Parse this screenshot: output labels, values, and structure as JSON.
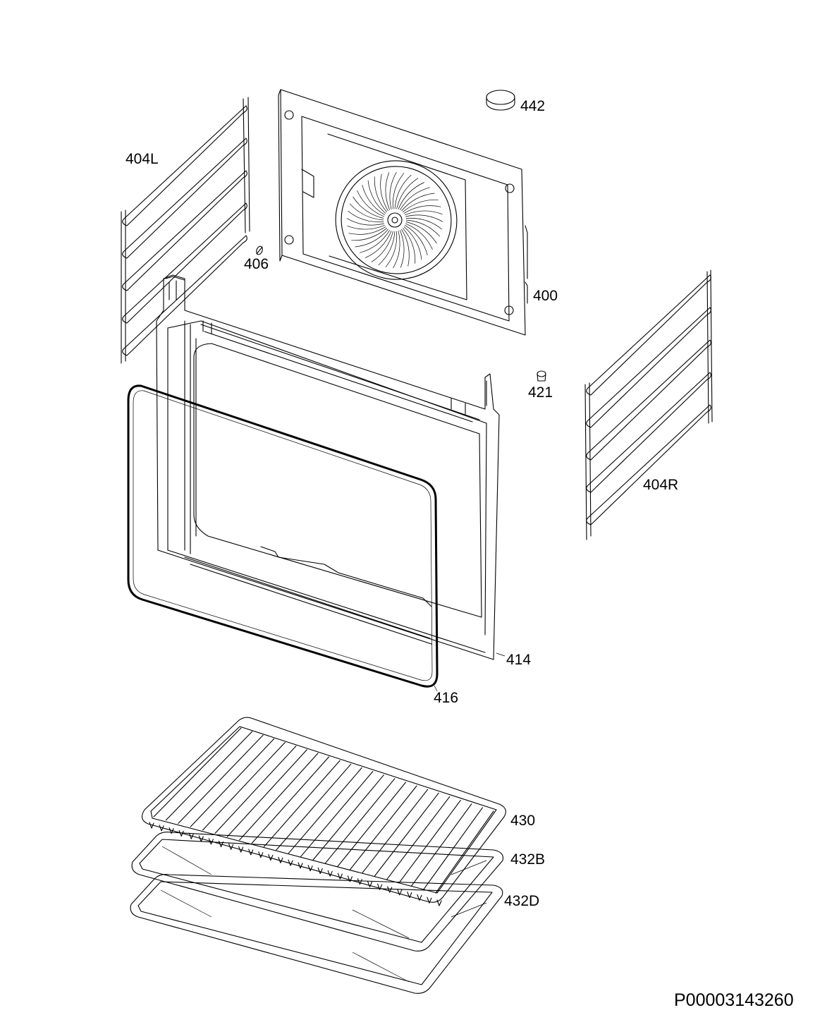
{
  "labels": {
    "p442": "442",
    "p404L": "404L",
    "p406": "406",
    "p400": "400",
    "p421": "421",
    "p404R": "404R",
    "p414": "414",
    "p416": "416",
    "p430": "430",
    "p432B": "432B",
    "p432D": "432D"
  },
  "doc_id": "P00003143260"
}
